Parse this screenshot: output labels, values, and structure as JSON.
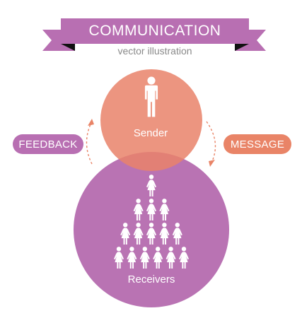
{
  "banner": {
    "title": "COMMUNICATION",
    "subtitle": "vector illustration",
    "color": "#b86fb2",
    "fold_color": "#111111"
  },
  "sender": {
    "label": "Sender",
    "color": "#e9826a",
    "icon": "male-person-icon"
  },
  "receivers": {
    "label": "Receivers",
    "color": "#b973b3",
    "icon": "female-person-icon",
    "rows": [
      1,
      3,
      5,
      6
    ]
  },
  "feedback": {
    "label": "FEEDBACK",
    "color": "#b86fb2"
  },
  "message": {
    "label": "MESSAGE",
    "color": "#e98467"
  },
  "arrows": {
    "color": "#e98467",
    "style": "dashed"
  }
}
